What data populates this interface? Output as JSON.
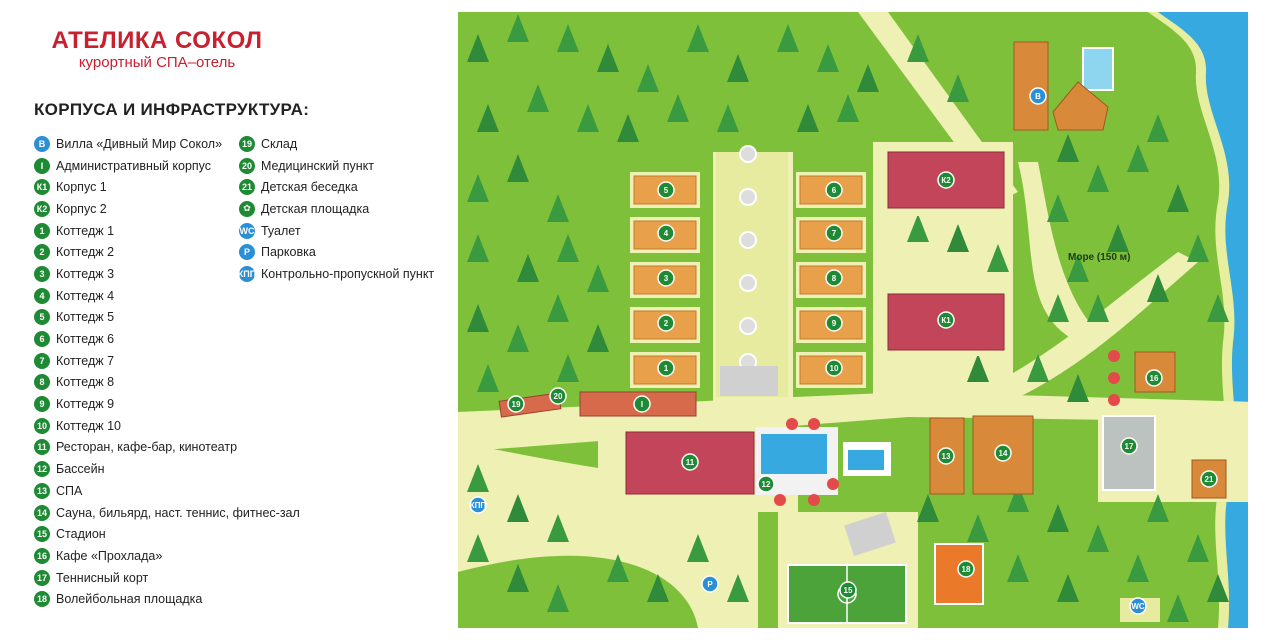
{
  "brand": {
    "title": "АТЕЛИКА СОКОЛ",
    "subtitle": "курортный СПА–отель"
  },
  "legend": {
    "title": "КОРПУСА И ИНФРАСТРУКТУРА:",
    "column1": [
      {
        "code": "В",
        "label": "Вилла «Дивный Мир Сокол»",
        "color": "blue"
      },
      {
        "code": "I",
        "label": "Административный корпус",
        "color": "green"
      },
      {
        "code": "К1",
        "label": "Корпус 1",
        "color": "green"
      },
      {
        "code": "К2",
        "label": "Корпус 2",
        "color": "green"
      },
      {
        "code": "1",
        "label": "Коттедж 1",
        "color": "green"
      },
      {
        "code": "2",
        "label": "Коттедж 2",
        "color": "green"
      },
      {
        "code": "3",
        "label": "Коттедж 3",
        "color": "green"
      },
      {
        "code": "4",
        "label": "Коттедж 4",
        "color": "green"
      },
      {
        "code": "5",
        "label": "Коттедж 5",
        "color": "green"
      },
      {
        "code": "6",
        "label": "Коттедж 6",
        "color": "green"
      },
      {
        "code": "7",
        "label": "Коттедж 7",
        "color": "green"
      },
      {
        "code": "8",
        "label": "Коттедж 8",
        "color": "green"
      },
      {
        "code": "9",
        "label": "Коттедж 9",
        "color": "green"
      },
      {
        "code": "10",
        "label": "Коттедж 10",
        "color": "green"
      },
      {
        "code": "11",
        "label": "Ресторан, кафе-бар, кинотеатр",
        "color": "green"
      },
      {
        "code": "12",
        "label": "Бассейн",
        "color": "green"
      },
      {
        "code": "13",
        "label": "СПА",
        "color": "green"
      },
      {
        "code": "14",
        "label": "Сауна, бильярд, наст. теннис, фитнес-зал",
        "color": "green"
      },
      {
        "code": "15",
        "label": "Стадион",
        "color": "green"
      },
      {
        "code": "16",
        "label": "Кафе «Прохлада»",
        "color": "green"
      },
      {
        "code": "17",
        "label": "Теннисный корт",
        "color": "green"
      },
      {
        "code": "18",
        "label": "Волейбольная площадка",
        "color": "green"
      }
    ],
    "column2": [
      {
        "code": "19",
        "label": "Склад",
        "color": "green"
      },
      {
        "code": "20",
        "label": "Медицинский пункт",
        "color": "green"
      },
      {
        "code": "21",
        "label": "Детская беседка",
        "color": "green"
      },
      {
        "code": "✿",
        "label": "Детская площадка",
        "color": "red"
      },
      {
        "code": "WC",
        "label": "Туалет",
        "color": "blue"
      },
      {
        "code": "P",
        "label": "Парковка",
        "color": "blue"
      },
      {
        "code": "КПП",
        "label": "Контрольно-пропускной пункт",
        "color": "blue"
      }
    ]
  },
  "map": {
    "sea_label": "Море (150 м)",
    "markers": {
      "v": "В",
      "k1": "К1",
      "k2": "К2",
      "admin": "I",
      "c1": "1",
      "c2": "2",
      "c3": "3",
      "c4": "4",
      "c5": "5",
      "c6": "6",
      "c7": "7",
      "c8": "8",
      "c9": "9",
      "c10": "10",
      "b11": "11",
      "b12": "12",
      "b13": "13",
      "b14": "14",
      "b15": "15",
      "b16": "16",
      "b17": "17",
      "b18": "18",
      "b19": "19",
      "b20": "20",
      "b21": "21",
      "kpp": "КПП",
      "wc": "WC",
      "p": "P"
    },
    "colors": {
      "grass": "#7ec03a",
      "path": "#eef0b4",
      "roof_orange": "#e8a04a",
      "roof_red": "#c2455a",
      "sea": "#36a9e1",
      "tree": "#2f8a3a",
      "marker": "#1e8a34",
      "marker_blue": "#2a8fd6"
    }
  }
}
